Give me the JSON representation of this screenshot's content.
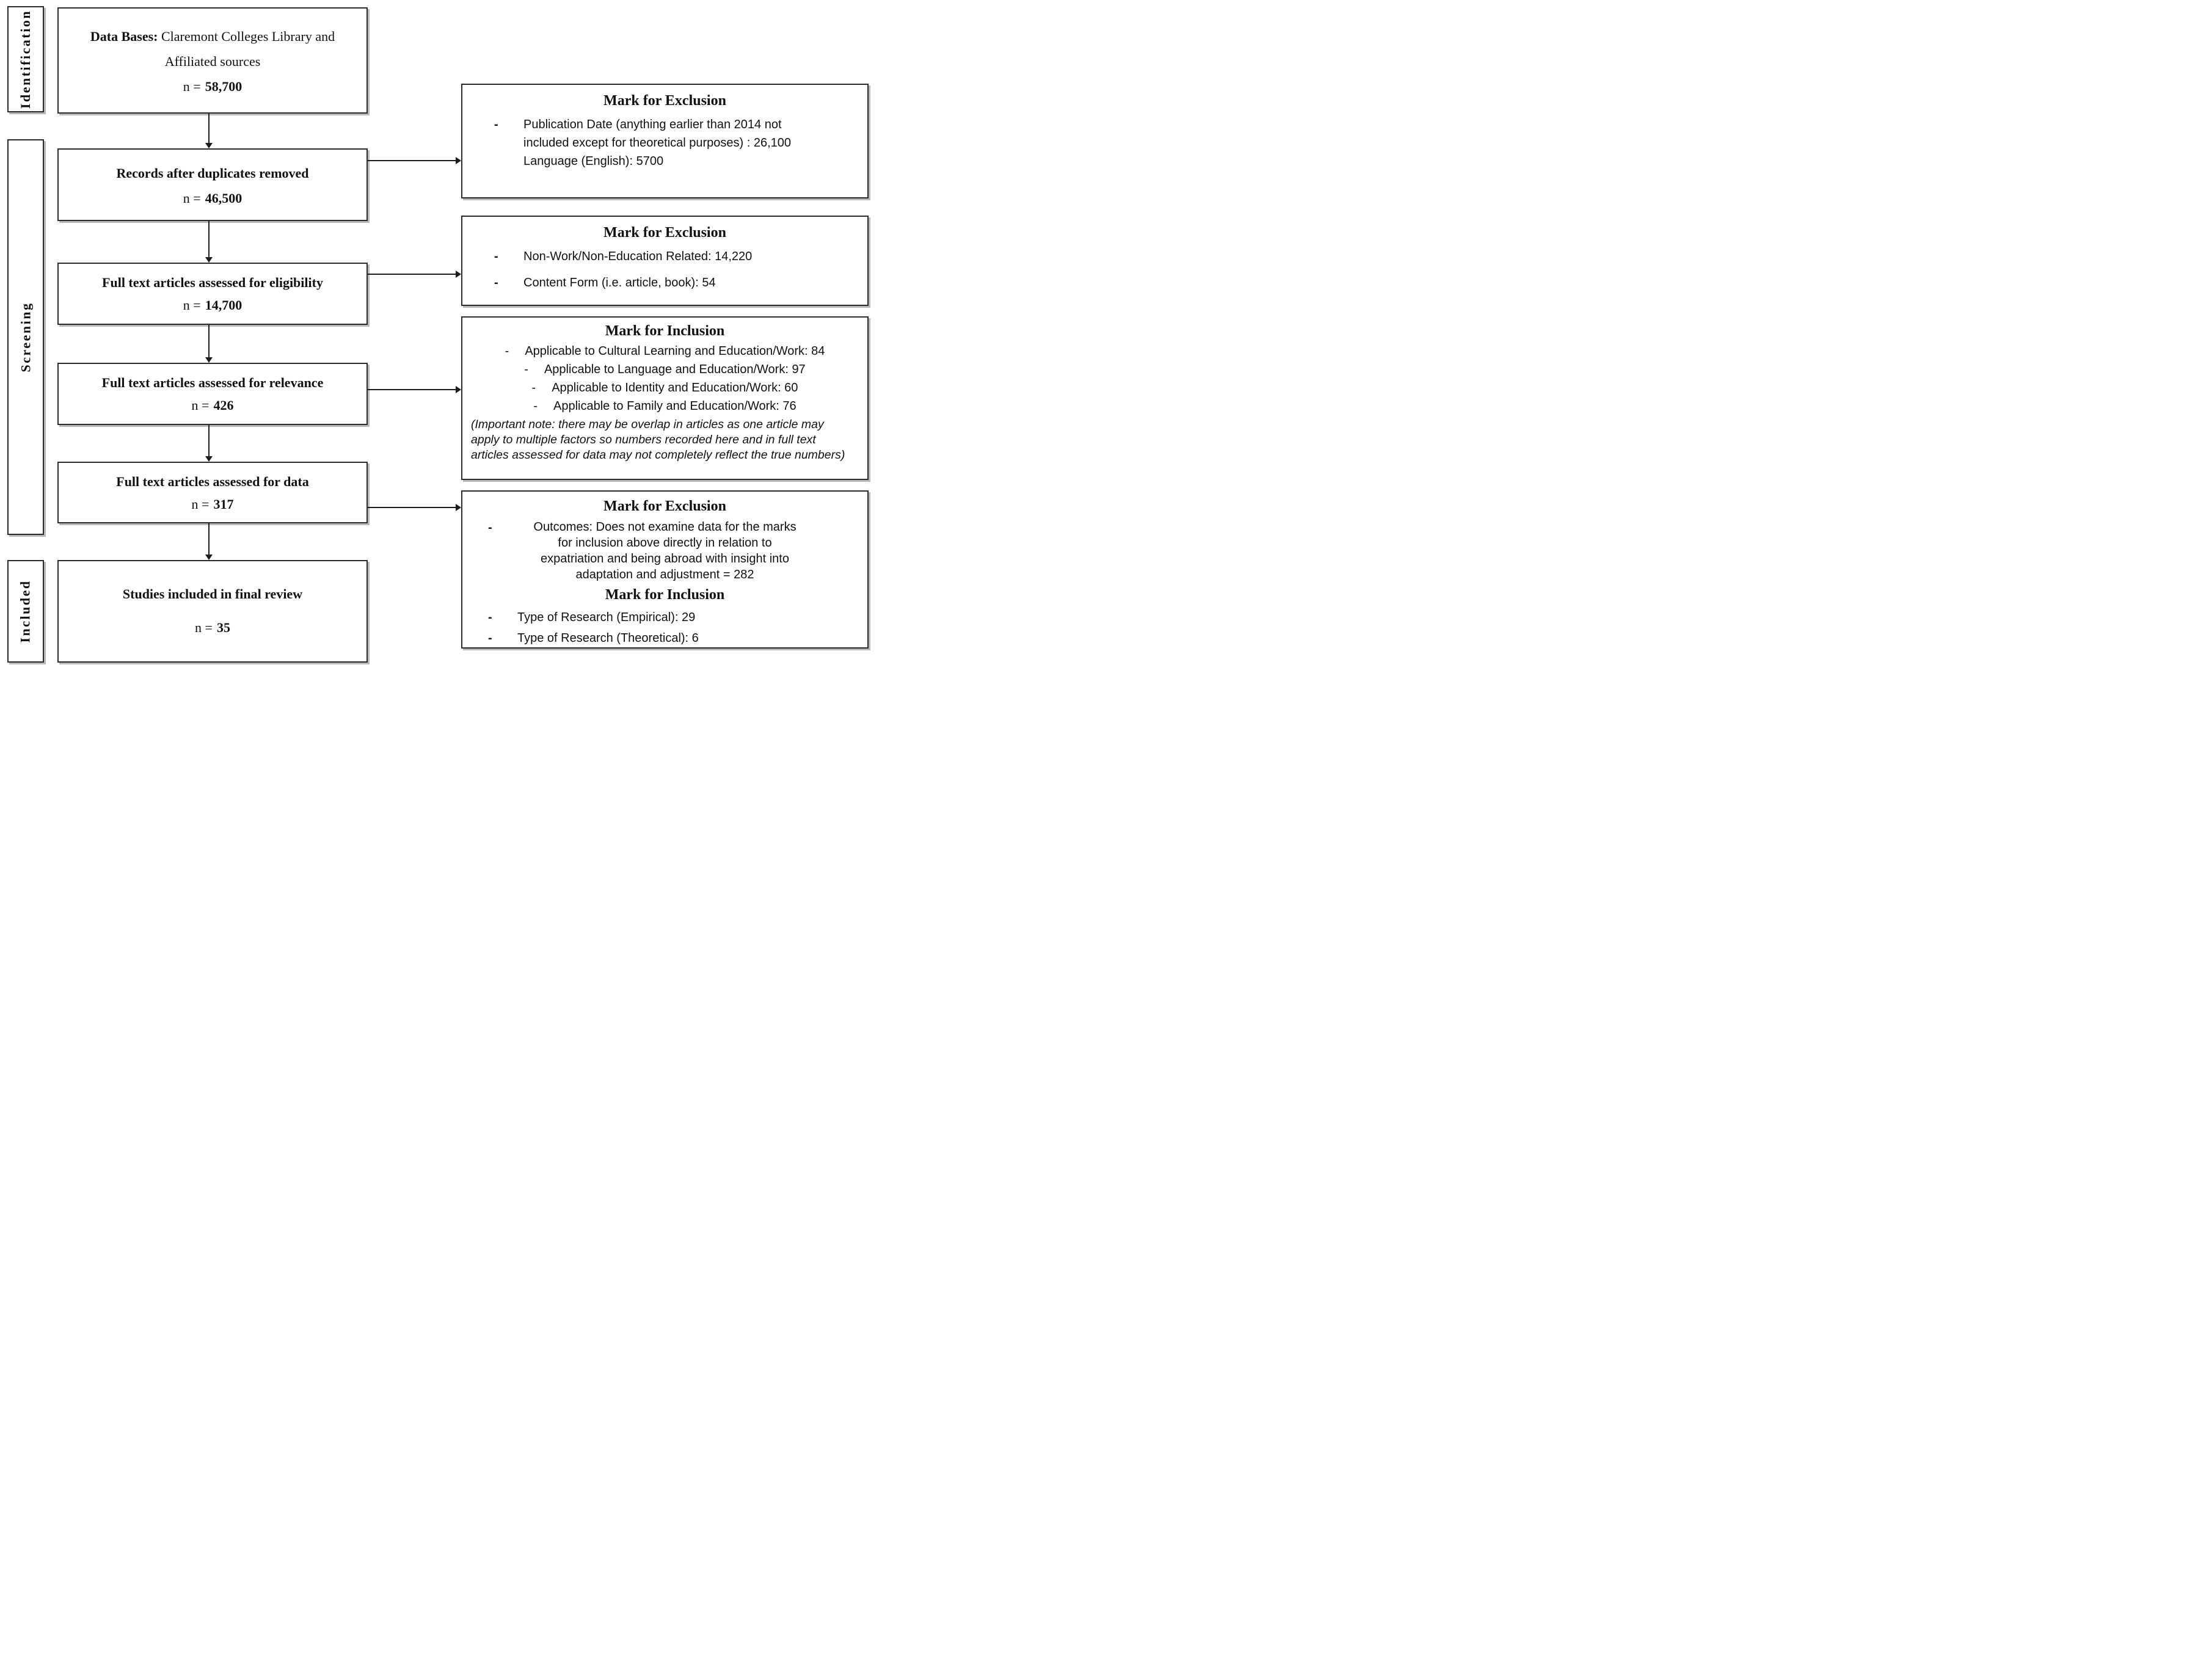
{
  "bullet_char": "-",
  "side_labels": {
    "identification": "Identification",
    "screening": "Screening",
    "included": "Included"
  },
  "flow": {
    "databases": {
      "label_bold": "Data Bases:",
      "label_rest": "Claremont Colleges Library and Affiliated sources",
      "n_prefix": "n =",
      "n_value": "58,700"
    },
    "duplicates": {
      "title": "Records after duplicates removed",
      "n_prefix": "n =",
      "n_value": "46,500"
    },
    "eligibility": {
      "title": "Full text articles assessed for eligibility",
      "n_prefix": "n =",
      "n_value": "14,700"
    },
    "relevance": {
      "title": "Full text articles assessed for relevance",
      "n_prefix": "n =",
      "n_value": "426"
    },
    "data": {
      "title": "Full text articles assessed for data",
      "n_prefix": "n =",
      "n_value": "317"
    },
    "final": {
      "title": "Studies included in final review",
      "n_prefix": "n =",
      "n_value": "35"
    }
  },
  "side_boxes": {
    "exclusion1": {
      "heading": "Mark for Exclusion",
      "item1": "Publication Date (anything earlier than 2014 not included except for theoretical purposes) : 26,100",
      "item2": "Language (English): 5700"
    },
    "exclusion2": {
      "heading": "Mark for Exclusion",
      "item1": "Non-Work/Non-Education Related: 14,220",
      "item2": "Content Form (i.e. article, book): 54"
    },
    "inclusion1": {
      "heading": "Mark for Inclusion",
      "items": [
        "Applicable to Cultural Learning and Education/Work: 84",
        "Applicable to Language and Education/Work: 97",
        "Applicable to Identity and Education/Work: 60",
        "Applicable to Family and Education/Work: 76"
      ],
      "note": "(Important note: there may be overlap in articles as one article may apply to multiple factors so numbers recorded here and in full text articles assessed for data may not completely reflect the true numbers)"
    },
    "exclusion3": {
      "heading_exclusion": "Mark for Exclusion",
      "outcomes": "Outcomes: Does not examine data for the marks for inclusion above directly in relation to expatriation and being abroad with insight into adaptation and adjustment = 282",
      "heading_inclusion": "Mark for Inclusion",
      "item1": "Type of Research (Empirical): 29",
      "item2": "Type of Research (Theoretical): 6"
    }
  }
}
